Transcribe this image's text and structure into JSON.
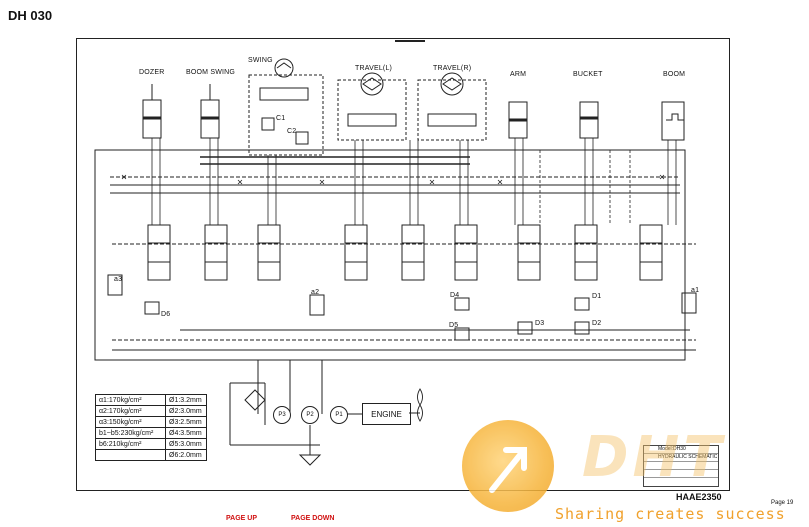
{
  "document": {
    "title": "DH 030",
    "drawing_code": "HAAE2350",
    "page_label": "Page 19"
  },
  "components": {
    "dozer": "DOZER",
    "boom_swing": "BOOM SWING",
    "swing": "SWING",
    "travel_l": "TRAVEL(L)",
    "travel_r": "TRAVEL(R)",
    "arm": "ARM",
    "bucket": "BUCKET",
    "boom": "BOOM",
    "engine": "ENGINE"
  },
  "pumps": [
    "P3",
    "P2",
    "P1"
  ],
  "valve_labels": {
    "c1": "C1",
    "c2": "C2",
    "d6": "D6",
    "d4": "D4",
    "d5": "D5",
    "d3": "D3",
    "d1": "D1",
    "d2": "D2",
    "a3": "a3",
    "a2": "a2",
    "a1": "a1"
  },
  "settings_table": [
    {
      "pressure": "α1:170kg/cm²",
      "orifice": "Ø1:3.2mm"
    },
    {
      "pressure": "α2:170kg/cm²",
      "orifice": "Ø2:3.0mm"
    },
    {
      "pressure": "α3:150kg/cm²",
      "orifice": "Ø3:2.5mm"
    },
    {
      "pressure": "b1~b5:230kg/cm²",
      "orifice": "Ø4:3.5mm"
    },
    {
      "pressure": "b6:210kg/cm²",
      "orifice": "Ø5:3.0mm"
    },
    {
      "pressure": "",
      "orifice": "Ø6:2.0mm"
    }
  ],
  "title_block": {
    "model": "Model:DH30",
    "name": "HYDRAULIC SCHEMATIC",
    "row3": "",
    "row4": ""
  },
  "navigation": {
    "page_up": "PAGE UP",
    "page_down": "PAGE DOWN"
  },
  "watermark": {
    "logo": "DHT",
    "tagline": "Sharing creates success"
  },
  "colors": {
    "line": "#222222",
    "nav": "#d01010",
    "watermark": "#f0a12c"
  }
}
